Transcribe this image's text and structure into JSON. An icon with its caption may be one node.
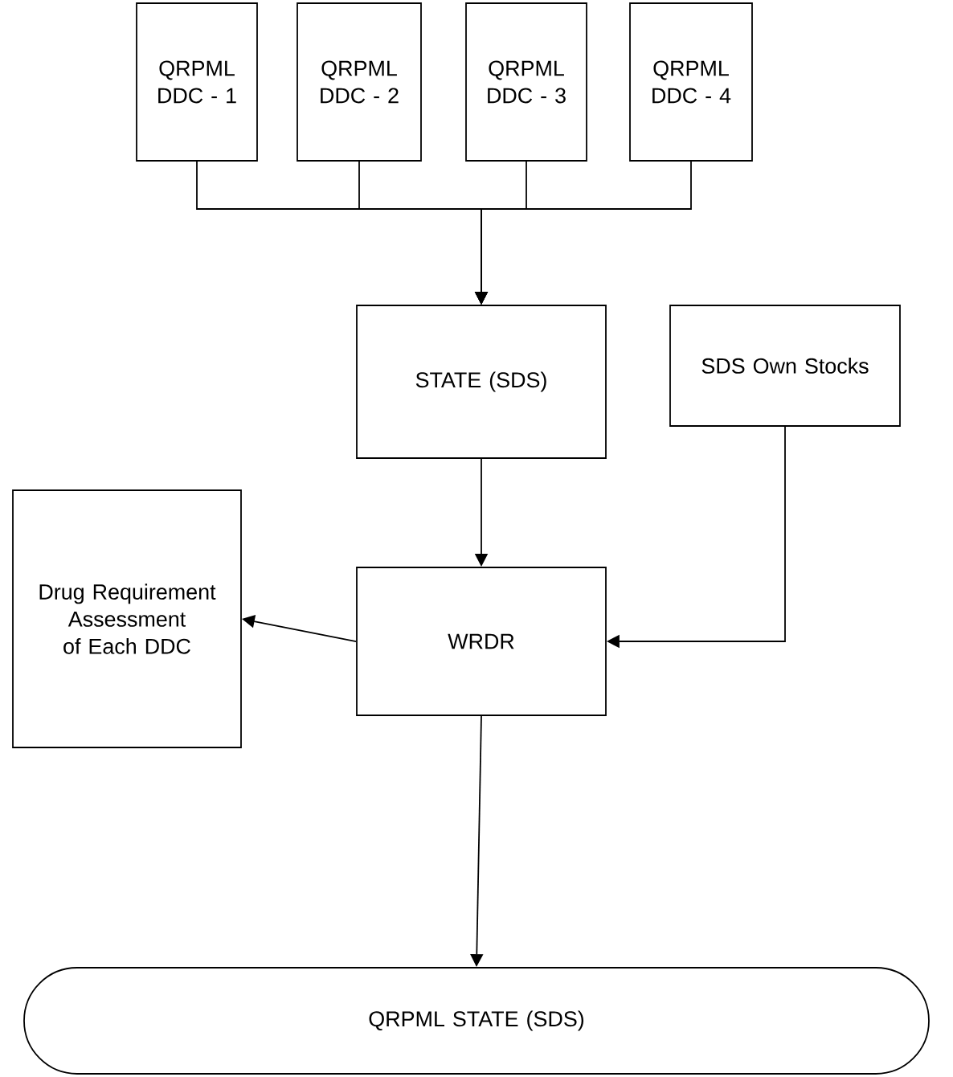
{
  "diagram": {
    "nodes": [
      {
        "text": [
          "QRPML DDC - 1"
        ]
      },
      {
        "text": [
          "QRPML DDC - 2"
        ]
      },
      {
        "text": [
          "QRPML DDC - 3"
        ]
      },
      {
        "text": [
          "QRPML DDC - 4"
        ]
      },
      {
        "text": [
          "STATE (SDS)"
        ]
      },
      {
        "text": [
          "SDS Own Stocks"
        ]
      },
      {
        "text": [
          "Drug Requirement Assessment of Each DDC"
        ]
      },
      {
        "text": [
          "WRDR"
        ]
      },
      {
        "text": [
          "QRPML STATE (SDS)"
        ]
      }
    ],
    "edges": [
      {
        "from": 0,
        "to": 4,
        "arrow": "to"
      },
      {
        "from": 1,
        "to": 4,
        "arrow": "to"
      },
      {
        "from": 2,
        "to": 4,
        "arrow": "to"
      },
      {
        "from": 3,
        "to": 4,
        "arrow": "to"
      },
      {
        "from": 4,
        "to": 7,
        "arrow": "to"
      },
      {
        "from": 5,
        "to": 7,
        "arrow": "to"
      },
      {
        "from": 7,
        "to": 6,
        "arrow": "to"
      },
      {
        "from": 7,
        "to": 8,
        "arrow": "to"
      }
    ]
  }
}
